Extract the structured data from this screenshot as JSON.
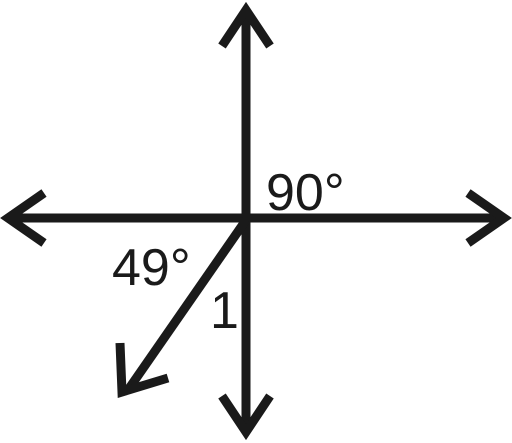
{
  "labels": {
    "right_angle": "90°",
    "acute_angle": "49°",
    "unknown_angle": "1"
  },
  "colors": {
    "stroke": "#1a1a1a",
    "background": "#ffffff"
  }
}
